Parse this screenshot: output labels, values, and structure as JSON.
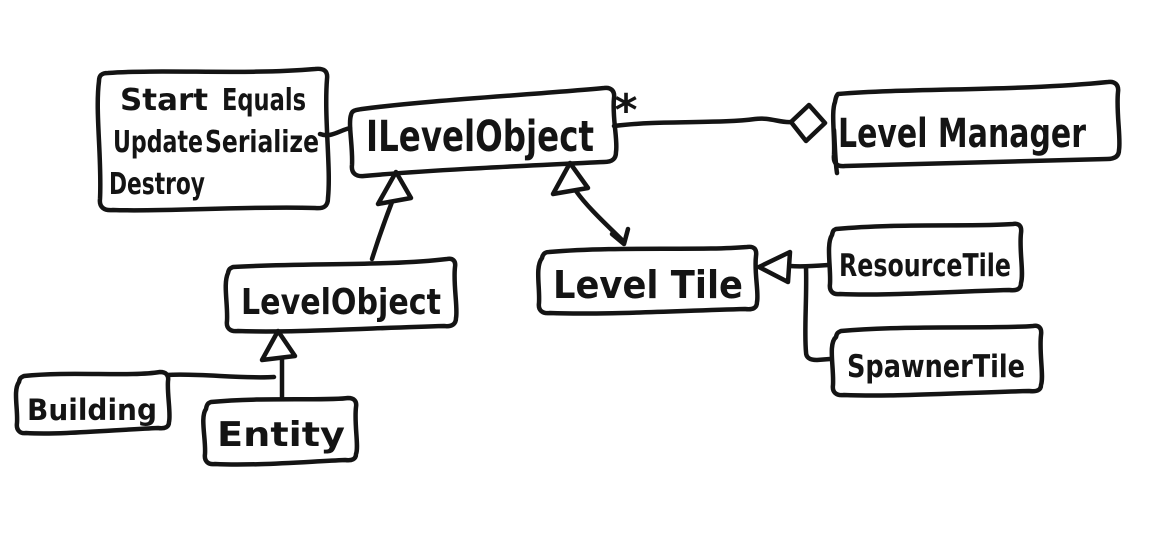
{
  "diagram": {
    "kind": "hand-drawn-uml-class-diagram",
    "ink_color": "#141414",
    "background_color": "#ffffff",
    "nodes": {
      "methods_note": {
        "items": [
          "Start",
          "Equals",
          "Update",
          "Serialize",
          "Destroy"
        ]
      },
      "ilevel_object": {
        "label": "ILevelObject"
      },
      "level_manager": {
        "label": "Level Manager"
      },
      "level_object": {
        "label": "LevelObject"
      },
      "level_tile": {
        "label": "Level Tile"
      },
      "resource_tile": {
        "label": "ResourceTile"
      },
      "spawner_tile": {
        "label": "SpawnerTile"
      },
      "building": {
        "label": "Building"
      },
      "entity": {
        "label": "Entity"
      }
    },
    "edges": [
      {
        "from": "ILevelObject",
        "to": "LevelManager",
        "type": "aggregation",
        "multiplicity": "*"
      },
      {
        "from": "LevelObject",
        "to": "ILevelObject",
        "type": "inheritance"
      },
      {
        "from": "LevelTile",
        "to": "ILevelObject",
        "type": "inheritance"
      },
      {
        "from": "ResourceTile",
        "to": "LevelTile",
        "type": "inheritance"
      },
      {
        "from": "SpawnerTile",
        "to": "LevelTile",
        "type": "inheritance"
      },
      {
        "from": "Building",
        "to": "LevelObject",
        "type": "inheritance"
      },
      {
        "from": "Entity",
        "to": "LevelObject",
        "type": "inheritance"
      },
      {
        "from": "methods_note",
        "to": "ILevelObject",
        "type": "note-attachment"
      }
    ]
  }
}
